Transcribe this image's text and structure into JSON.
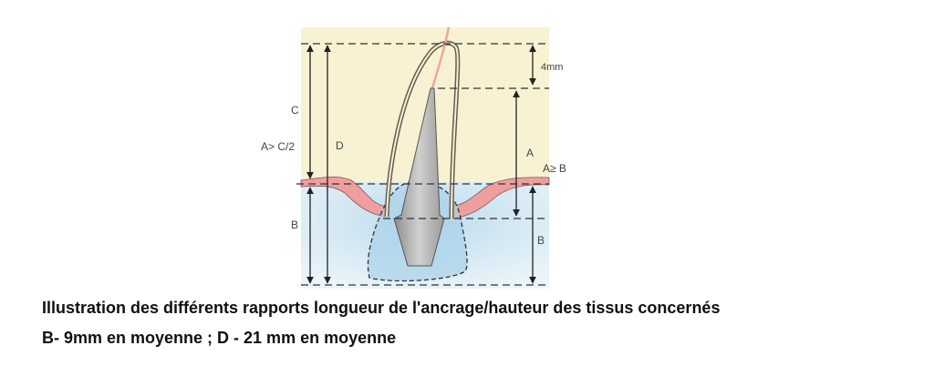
{
  "diagram": {
    "labels": {
      "c": "C",
      "a_gt_c2": "A> C/2",
      "d": "D",
      "b_left": "B",
      "four_mm": "4mm",
      "a": "A",
      "a_ge_b": "A≥ B",
      "b_right": "B"
    },
    "colors": {
      "dermis": "#f7f1cf",
      "hypodermis": "#cfe6f2",
      "epidermis": "#ef9e9e",
      "bulb": "#a9a9a9"
    }
  },
  "caption": {
    "line1": "Illustration des différents rapports longueur de l'ancrage/hauteur des tissus  concernés",
    "line2": "B- 9mm en moyenne ; D - 21 mm en moyenne"
  }
}
